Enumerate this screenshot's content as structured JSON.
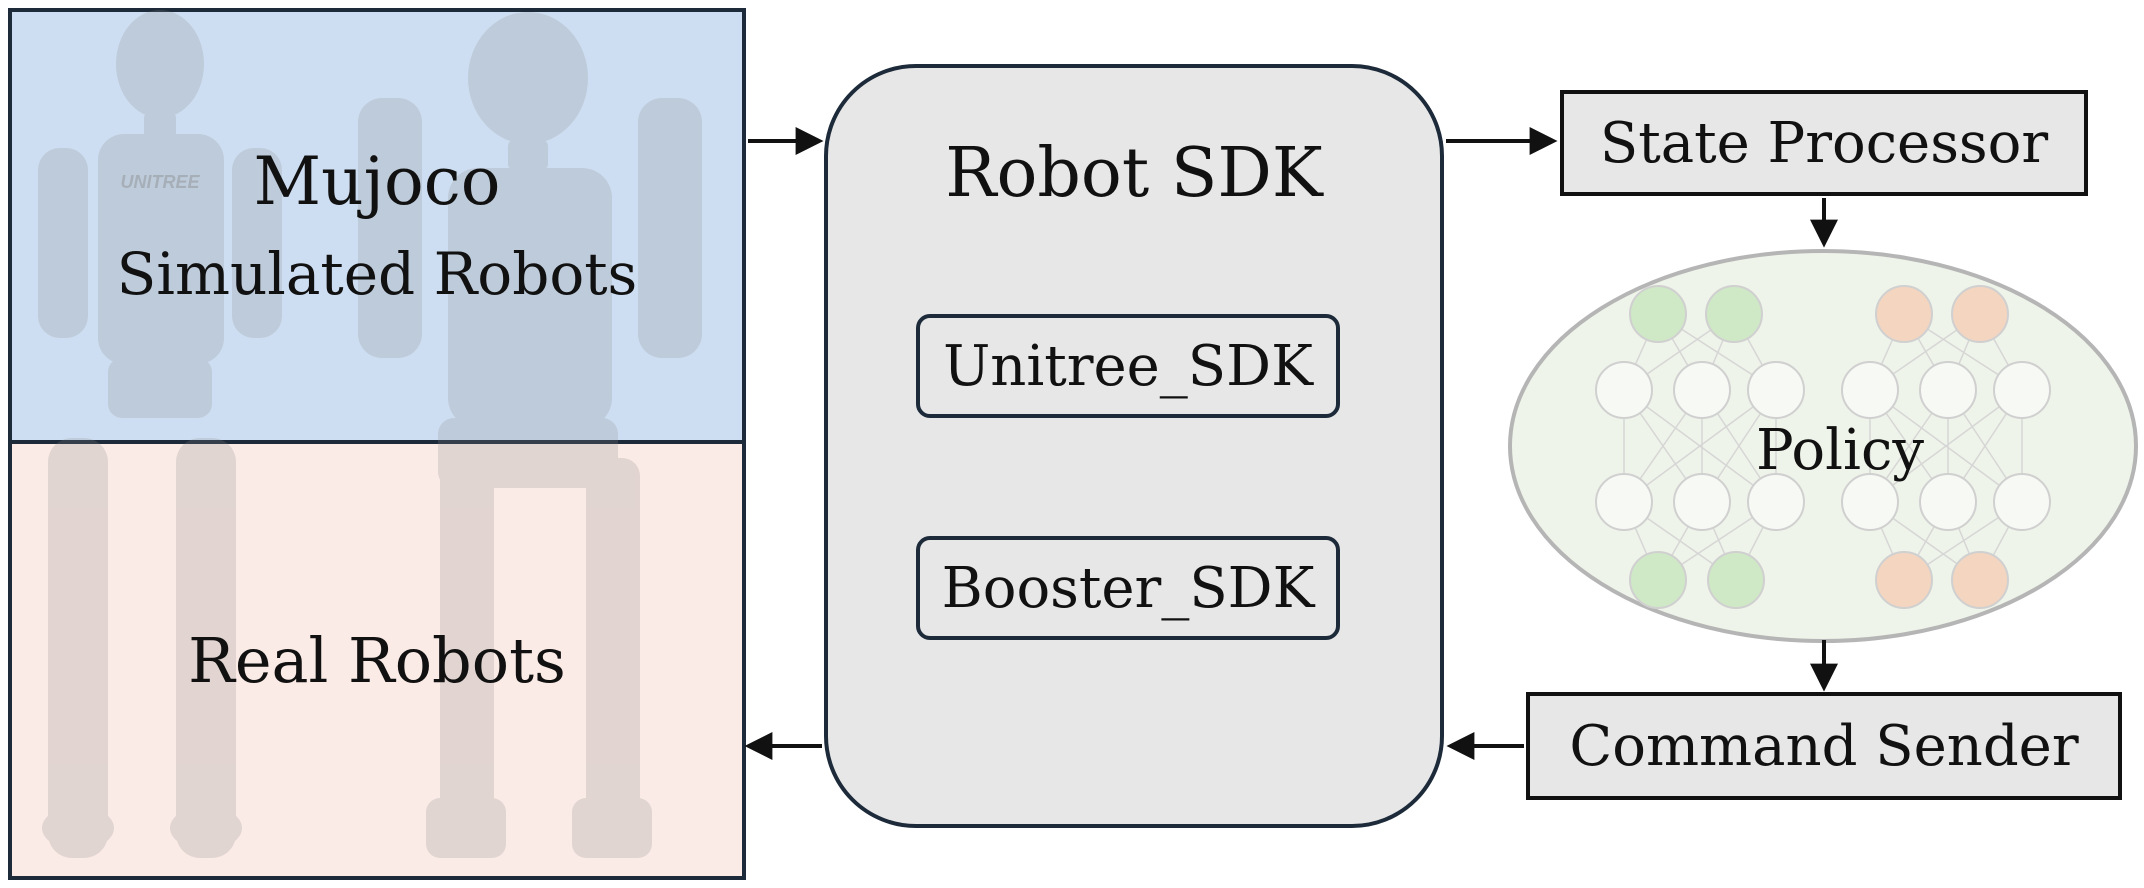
{
  "left_panel": {
    "simulated": {
      "title": "Mujoco",
      "subtitle": "Simulated Robots"
    },
    "real": {
      "title": "Real Robots"
    },
    "watermark": "UNITREE"
  },
  "robot_sdk": {
    "title": "Robot SDK",
    "items": [
      {
        "label": "Unitree_SDK"
      },
      {
        "label": "Booster_SDK"
      }
    ]
  },
  "pipeline": {
    "state_processor": "State Processor",
    "policy": "Policy",
    "command_sender": "Command Sender"
  },
  "colors": {
    "simulated_bg": "#c6d8f0",
    "real_bg": "#fae8e2",
    "block_fill": "#e7e7e7",
    "policy_fill": "#eef4e9",
    "input_node": "#cfe8c6",
    "output_node": "#f3d5c0",
    "border": "#1d2a3a"
  }
}
